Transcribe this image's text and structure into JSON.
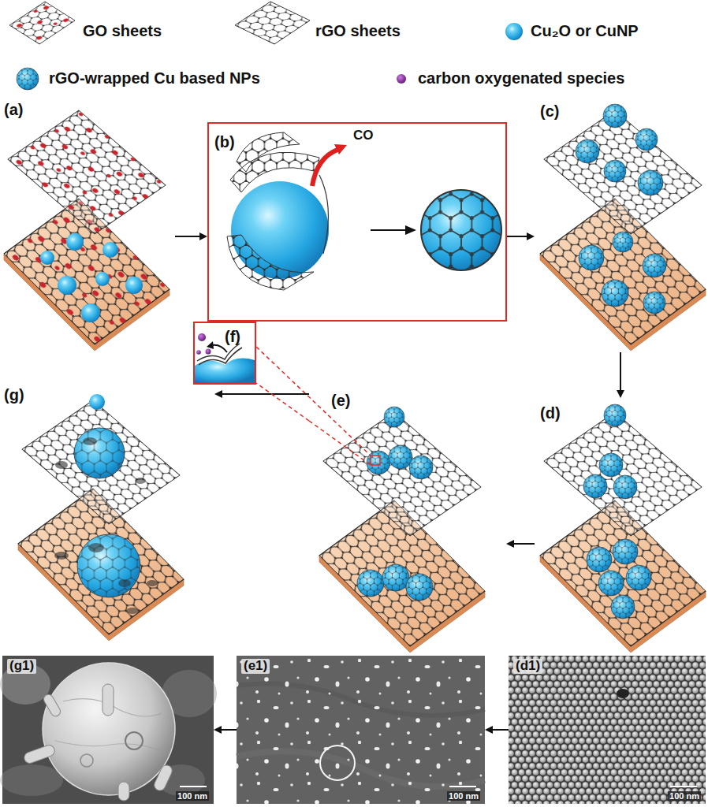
{
  "diagram": {
    "nodes": [
      {
        "text": [
          "(a)"
        ]
      },
      {
        "text": [
          "(b)",
          "CO"
        ]
      },
      {
        "text": [
          "(c)"
        ]
      },
      {
        "text": [
          "(g)"
        ]
      },
      {
        "text": [
          "(f)"
        ]
      },
      {
        "text": [
          "(e)"
        ]
      },
      {
        "text": [
          "(d)"
        ]
      },
      {
        "text": [
          "(g1)",
          "100 nm"
        ]
      },
      {
        "text": [
          "(e1)",
          "100 nm"
        ]
      },
      {
        "text": [
          "(d1)",
          "100 nm"
        ]
      }
    ],
    "edges": [
      {
        "from": 0,
        "to": 1,
        "arrow": "to"
      },
      {
        "from": 1,
        "to": 2,
        "arrow": "to"
      },
      {
        "from": 2,
        "to": 6,
        "arrow": "to"
      },
      {
        "from": 6,
        "to": 5,
        "arrow": "to"
      },
      {
        "from": 5,
        "to": 3,
        "arrow": "to"
      },
      {
        "from": 5,
        "to": 4,
        "arrow": "none"
      },
      {
        "from": 9,
        "to": 8,
        "arrow": "to"
      },
      {
        "from": 8,
        "to": 7,
        "arrow": "to"
      }
    ],
    "legend": [
      {
        "text": "GO sheets"
      },
      {
        "text": "rGO sheets"
      },
      {
        "text": "Cu₂O or CuNP"
      },
      {
        "text": "rGO-wrapped Cu based NPs"
      },
      {
        "text": "carbon oxygenated species"
      }
    ]
  }
}
